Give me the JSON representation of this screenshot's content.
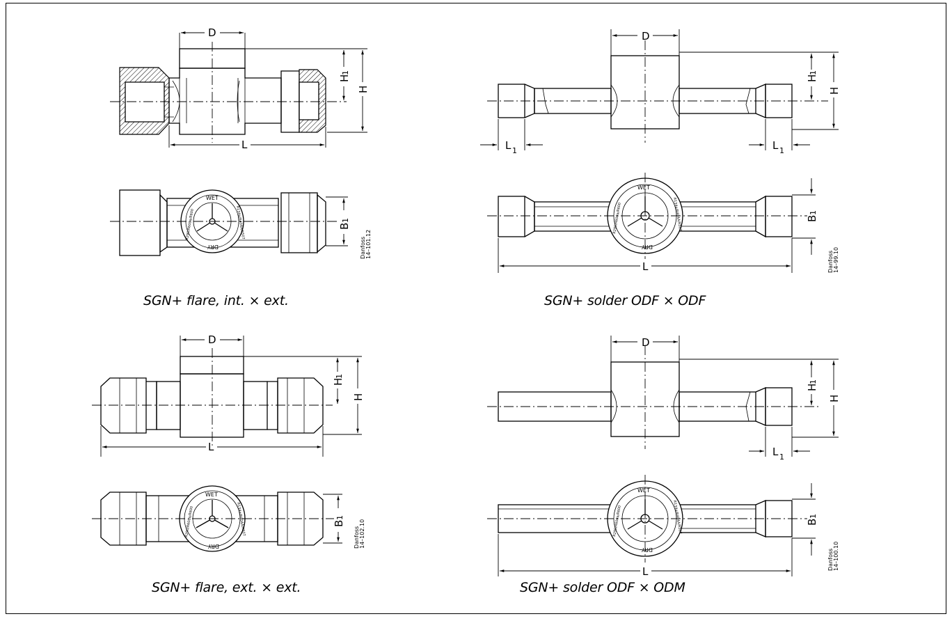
{
  "figures": [
    {
      "caption": "SGN+ flare, int. × ext.",
      "side_labels": {
        "D": "D",
        "H1": "H",
        "H": "H",
        "L": "L"
      },
      "top_labels": {
        "B1": "B",
        "ref": "Danfoss\n14–101.12"
      }
    },
    {
      "caption": "SGN+  solder ODF × ODF",
      "side_labels": {
        "D": "D",
        "H1": "H",
        "H": "H",
        "L1_left": "L",
        "L1_right": "L"
      },
      "top_labels": {
        "B1": "B",
        "L": "L",
        "ref": "Danfoss\n14–99.10"
      }
    },
    {
      "caption": "SGN+ flare, ext. × ext.",
      "side_labels": {
        "D": "D",
        "H1": "H",
        "H": "H",
        "L": "L"
      },
      "top_labels": {
        "B1": "B",
        "ref": "Danfoss\n14–102.10"
      }
    },
    {
      "caption": "SGN+ solder ODF × ODM",
      "side_labels": {
        "D": "D",
        "H1": "H",
        "H": "H",
        "L1_right": "L"
      },
      "top_labels": {
        "B1": "B",
        "L": "L",
        "ref": "Danfoss\n14–100.10"
      }
    }
  ],
  "subscript": "1",
  "gauge_text": {
    "wet": "WET",
    "dry": "DRY"
  }
}
